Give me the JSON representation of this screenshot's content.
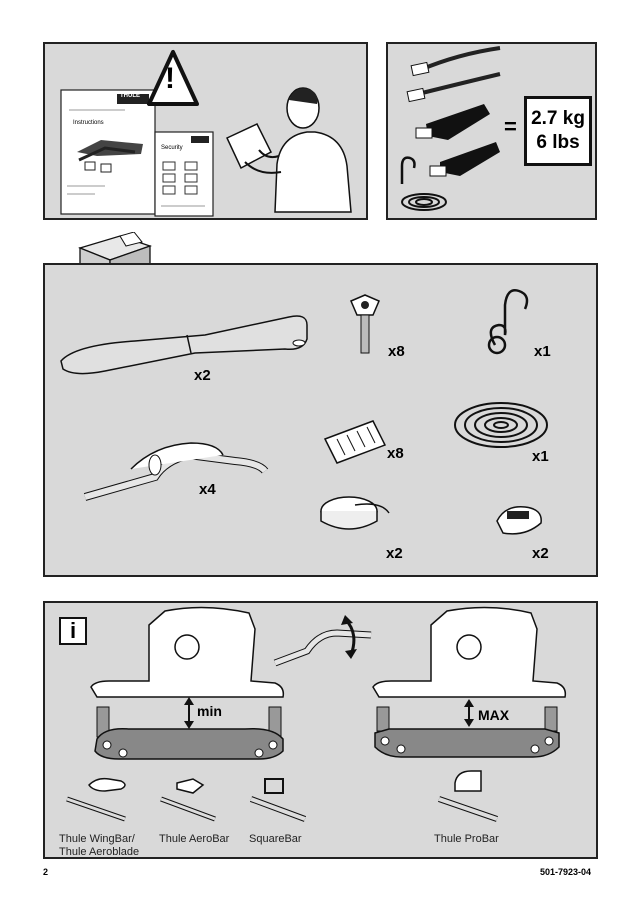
{
  "top_left_panel": {
    "doc_brand": "THULE",
    "doc_instructions": "Instructions",
    "doc_security": "Security",
    "warning_symbol": "!"
  },
  "top_right_panel": {
    "equals": "=",
    "weight_kg": "2.7 kg",
    "weight_lbs": "6 lbs"
  },
  "contents_panel": {
    "holder_qty": "x2",
    "key_qty": "x8",
    "hook_qty": "x1",
    "strap_qty": "x4",
    "pad_qty": "x8",
    "rope_qty": "x1",
    "tape_qty": "x2",
    "clip_qty": "x2"
  },
  "fit_panel": {
    "info_symbol": "i",
    "min_label": "min",
    "max_label": "MAX",
    "bars": [
      {
        "label_line1": "Thule WingBar/",
        "label_line2": "Thule Aeroblade"
      },
      {
        "label_line1": "Thule AeroBar",
        "label_line2": ""
      },
      {
        "label_line1": "SquareBar",
        "label_line2": ""
      },
      {
        "label_line1": "Thule ProBar",
        "label_line2": ""
      }
    ]
  },
  "footer": {
    "page_number": "2",
    "doc_code": "501-7923-04"
  }
}
